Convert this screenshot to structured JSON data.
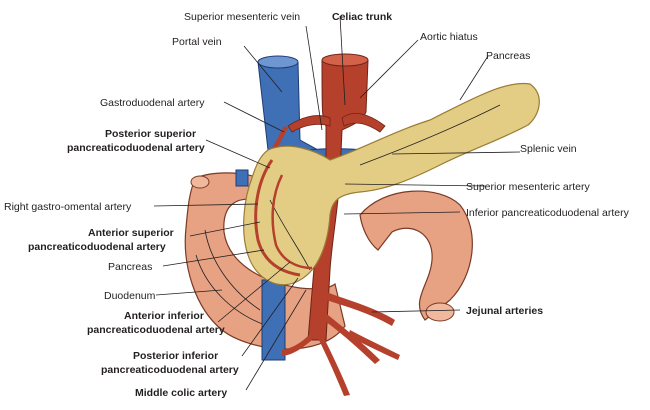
{
  "labels": {
    "superior_mesenteric_vein": "Superior mesenteric vein",
    "celiac_trunk": "Celiac trunk",
    "portal_vein": "Portal vein",
    "aortic_hiatus": "Aortic hiatus",
    "pancreas_top": "Pancreas",
    "gastroduodenal_artery": "Gastroduodenal artery",
    "posterior_superior_line1": "Posterior superior",
    "posterior_superior_line2": "pancreaticoduodenal artery",
    "splenic_vein": "Splenic vein",
    "superior_mesenteric_artery": "Superior mesenteric artery",
    "right_gastro_omental_artery": "Right gastro-omental artery",
    "inferior_pancreaticoduodenal_artery": "Inferior pancreaticoduodenal artery",
    "anterior_superior_line1": "Anterior superior",
    "anterior_superior_line2": "pancreaticoduodenal artery",
    "pancreas_left": "Pancreas",
    "duodenum": "Duodenum",
    "jejunal_arteries": "Jejunal arteries",
    "anterior_inferior_line1": "Anterior inferior",
    "anterior_inferior_line2": "pancreaticoduodenal artery",
    "posterior_inferior_line1": "Posterior inferior",
    "posterior_inferior_line2": "pancreaticoduodenal artery",
    "middle_colic_artery": "Middle colic artery"
  },
  "colors": {
    "artery": "#b5402c",
    "vein": "#3f6fb5",
    "pancreas": "#e3cd84",
    "intestine": "#e6a283",
    "outline": "#7a3a25"
  }
}
